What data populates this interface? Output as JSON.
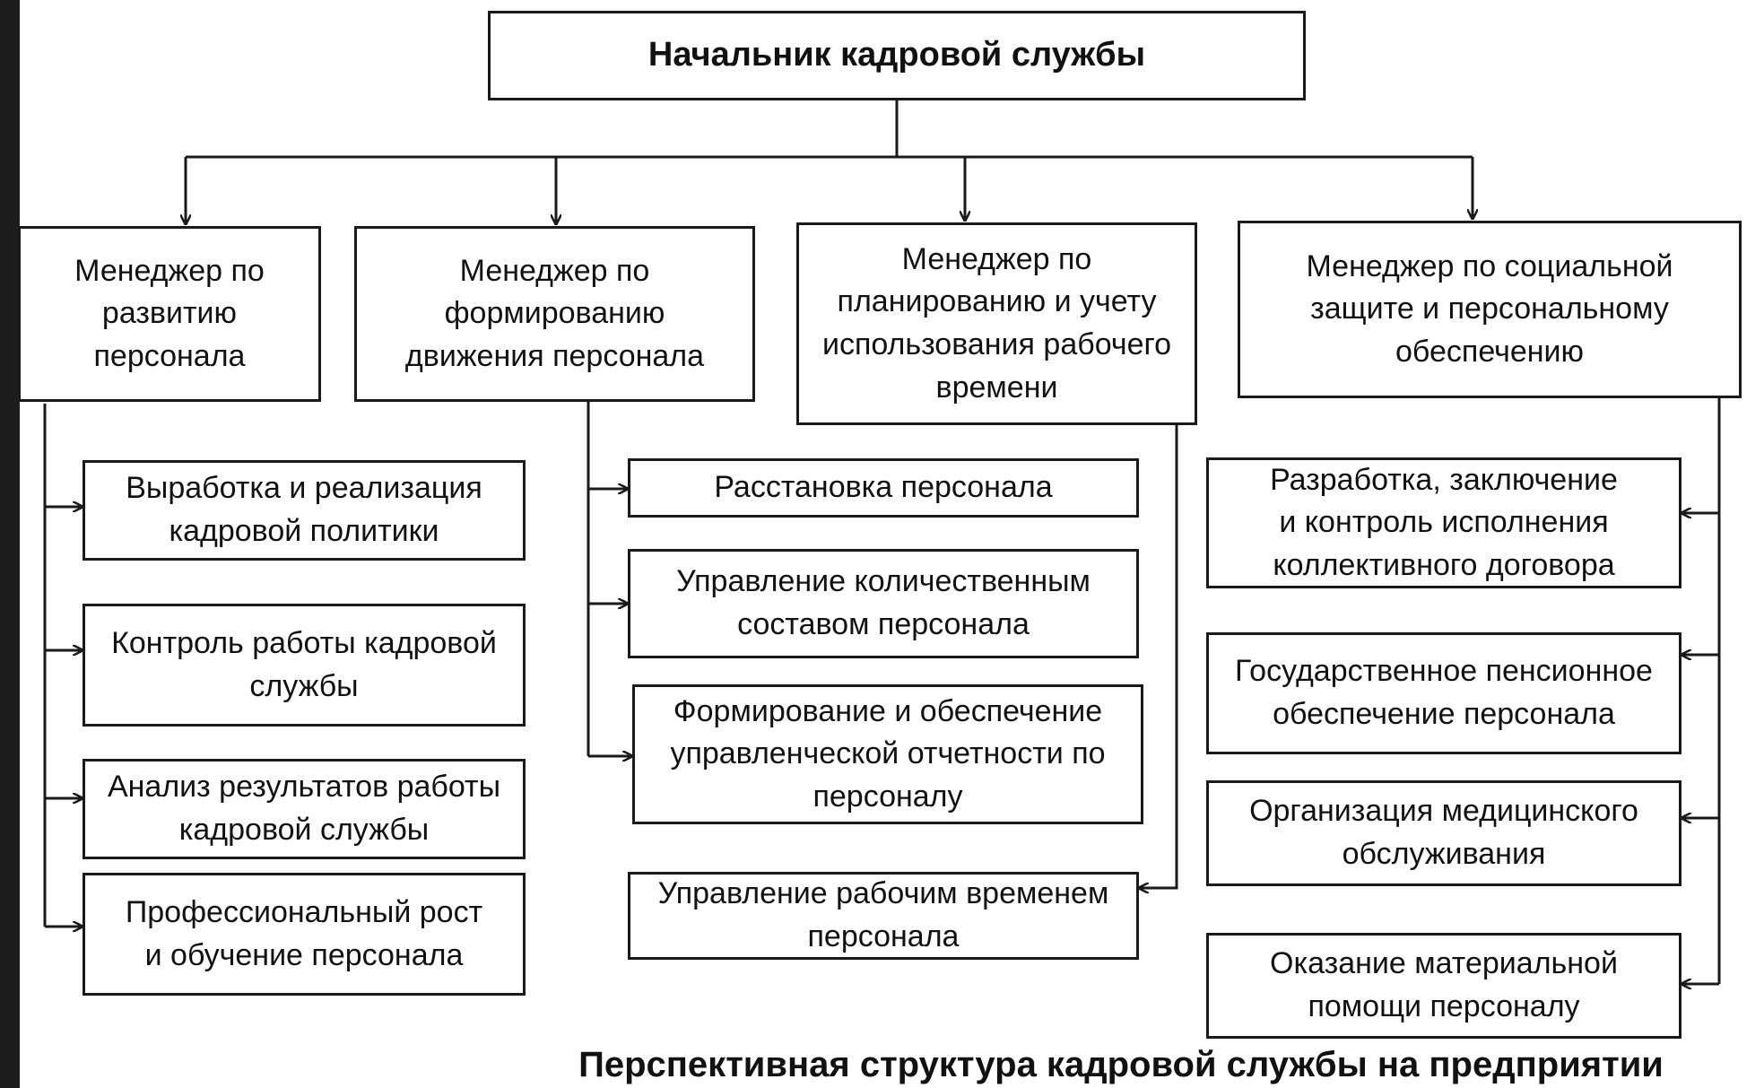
{
  "diagram": {
    "root": "Начальник кадровой службы",
    "managers": [
      {
        "label": "Менеджер по\nразвитию\nперсонала",
        "functions": [
          "Выработка и реализация\nкадровой политики",
          "Контроль работы кадровой\nслужбы",
          "Анализ результатов работы\nкадровой службы",
          "Профессиональный рост\nи обучение персонала"
        ]
      },
      {
        "label": "Менеджер по\nформированию\nдвижения персонала",
        "functions": [
          "Расстановка персонала",
          "Управление количественным\nсоставом персонала",
          "Формирование и обеспечение\nуправленческой отчетности по\nперсоналу"
        ]
      },
      {
        "label": "Менеджер по\nпланированию и учету\nиспользования рабочего\nвремени",
        "functions": [
          "Управление рабочим временем\nперсонала"
        ]
      },
      {
        "label": "Менеджер по социальной\nзащите и персональному\nобеспечению",
        "functions": [
          "Разработка, заключение\nи контроль исполнения\nколлективного договора",
          "Государственное пенсионное\nобеспечение персонала",
          "Организация медицинского\nобслуживания",
          "Оказание материальной\nпомощи персоналу"
        ]
      }
    ],
    "caption": "Перспективная структура кадровой службы на предприятии"
  }
}
